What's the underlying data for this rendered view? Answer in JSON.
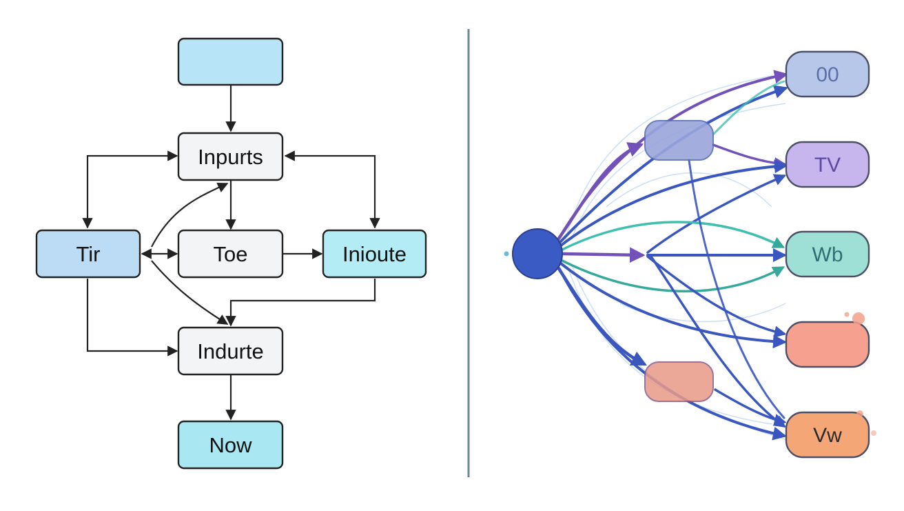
{
  "flowchart": {
    "nodes": {
      "top": {
        "label": "",
        "fill": "#b8e4f7"
      },
      "inputs": {
        "label": "Inpurts",
        "fill": "#f3f4f5"
      },
      "tir": {
        "label": "Tir",
        "fill": "#bcdcf5"
      },
      "toe": {
        "label": "Toe",
        "fill": "#f3f4f5"
      },
      "inioute": {
        "label": "Inioute",
        "fill": "#b3ecf5"
      },
      "indurte": {
        "label": "Indurte",
        "fill": "#f3f4f5"
      },
      "now": {
        "label": "Now",
        "fill": "#a9e8f2"
      }
    }
  },
  "network": {
    "source": {
      "label": "",
      "fill": "#3b5bc4"
    },
    "hidden_top": {
      "label": "",
      "fill": "#9aa6dc"
    },
    "hidden_bottom": {
      "label": "",
      "fill": "#e89a88"
    },
    "outputs": [
      {
        "label": "00",
        "fill": "#b7c7ea",
        "text_color": "#5b6fa8"
      },
      {
        "label": "TV",
        "fill": "#c7b5ee",
        "text_color": "#5a4aa0"
      },
      {
        "label": "Wb",
        "fill": "#9fe0d6",
        "text_color": "#2f6f73"
      },
      {
        "label": "",
        "fill": "#f6a08f",
        "text_color": "#7a3a2e"
      },
      {
        "label": "Vw",
        "fill": "#f5a677",
        "text_color": "#2b2b2b"
      }
    ]
  },
  "colors": {
    "edge": "#222222",
    "node_border": "#222222",
    "divider": "#6e8a95",
    "flow_blue": "#3a57c0",
    "flow_purple": "#7251b8",
    "flow_teal": "#3fbfb0",
    "flow_light": "#8fb8e8"
  }
}
